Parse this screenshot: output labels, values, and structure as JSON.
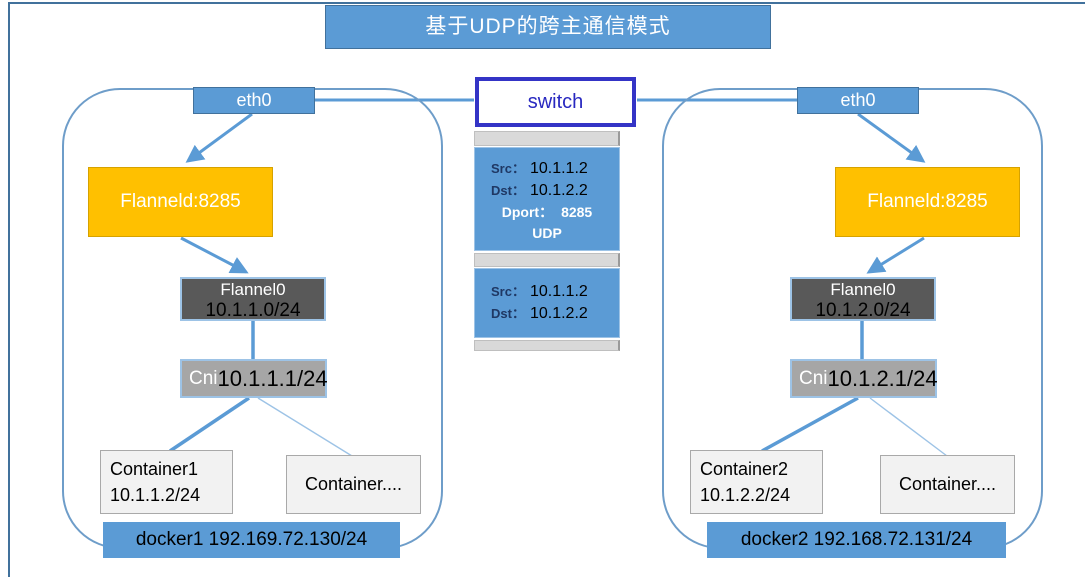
{
  "title": "基于UDP的跨主通信模式",
  "switch": {
    "label": "switch"
  },
  "packets": {
    "outer": {
      "src_label": "Src：",
      "src": "10.1.1.2",
      "dst_label": "Dst：",
      "dst": "10.1.2.2",
      "dport_label": "Dport：",
      "dport": "8285",
      "proto": "UDP"
    },
    "inner": {
      "src_label": "Src：",
      "src": "10.1.1.2",
      "dst_label": "Dst：",
      "dst": "10.1.2.2"
    }
  },
  "hosts": {
    "left": {
      "eth": "eth0",
      "flanneld": "Flanneld:8285",
      "flannel0_name": "Flannel0",
      "flannel0_cidr": "10.1.1.0/24",
      "cni_name": "Cni",
      "cni_ip": "10.1.1.1/24",
      "container_name": "Container1",
      "container_ip": "10.1.1.2/24",
      "container_more": "Container....",
      "docker_label": "docker1 192.169.72.130/24"
    },
    "right": {
      "eth": "eth0",
      "flanneld": "Flanneld:8285",
      "flannel0_name": "Flannel0",
      "flannel0_cidr": "10.1.2.0/24",
      "cni_name": "Cni",
      "cni_ip": "10.1.2.1/24",
      "container_name": "Container2",
      "container_ip": "10.1.2.2/24",
      "container_more": "Container....",
      "docker_label": "docker2 192.168.72.131/24"
    }
  },
  "colors": {
    "accent_blue": "#5B9BD5",
    "dark_blue_border": "#41719C",
    "orange": "#FFC000",
    "dark_gray": "#595959",
    "mid_gray": "#A6A6A6",
    "light_gray": "#D9D9D9",
    "switch_border": "#3434C6",
    "packet_label_navy": "#1F3864"
  }
}
